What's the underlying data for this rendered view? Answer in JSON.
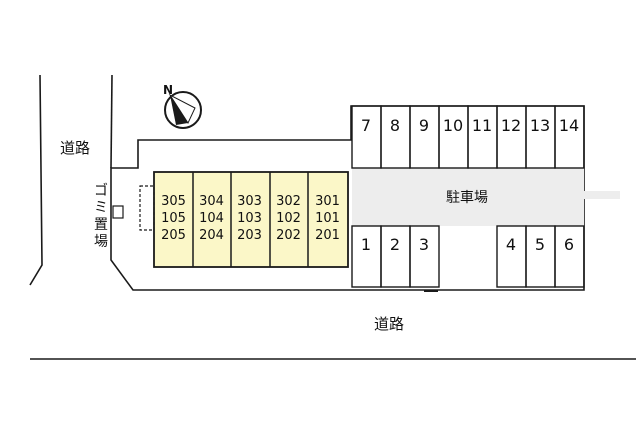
{
  "labels": {
    "road_left": "道路",
    "road_bottom": "道路",
    "parking_lot": "駐車場",
    "trash_area": "ゴミ置場",
    "north": "N"
  },
  "parking": {
    "top_row": [
      "7",
      "8",
      "9",
      "10",
      "11",
      "12",
      "13",
      "14"
    ],
    "bottom_left": [
      "1",
      "2",
      "3"
    ],
    "bottom_right": [
      "4",
      "5",
      "6"
    ]
  },
  "building": {
    "columns": [
      {
        "units": [
          "305",
          "105",
          "205"
        ]
      },
      {
        "units": [
          "304",
          "104",
          "204"
        ]
      },
      {
        "units": [
          "303",
          "103",
          "203"
        ]
      },
      {
        "units": [
          "302",
          "102",
          "202"
        ]
      },
      {
        "units": [
          "301",
          "101",
          "201"
        ]
      }
    ]
  },
  "colors": {
    "building_fill": "#fbf7c8",
    "line": "#1a1a1a",
    "parking_strip": "#ededed"
  }
}
